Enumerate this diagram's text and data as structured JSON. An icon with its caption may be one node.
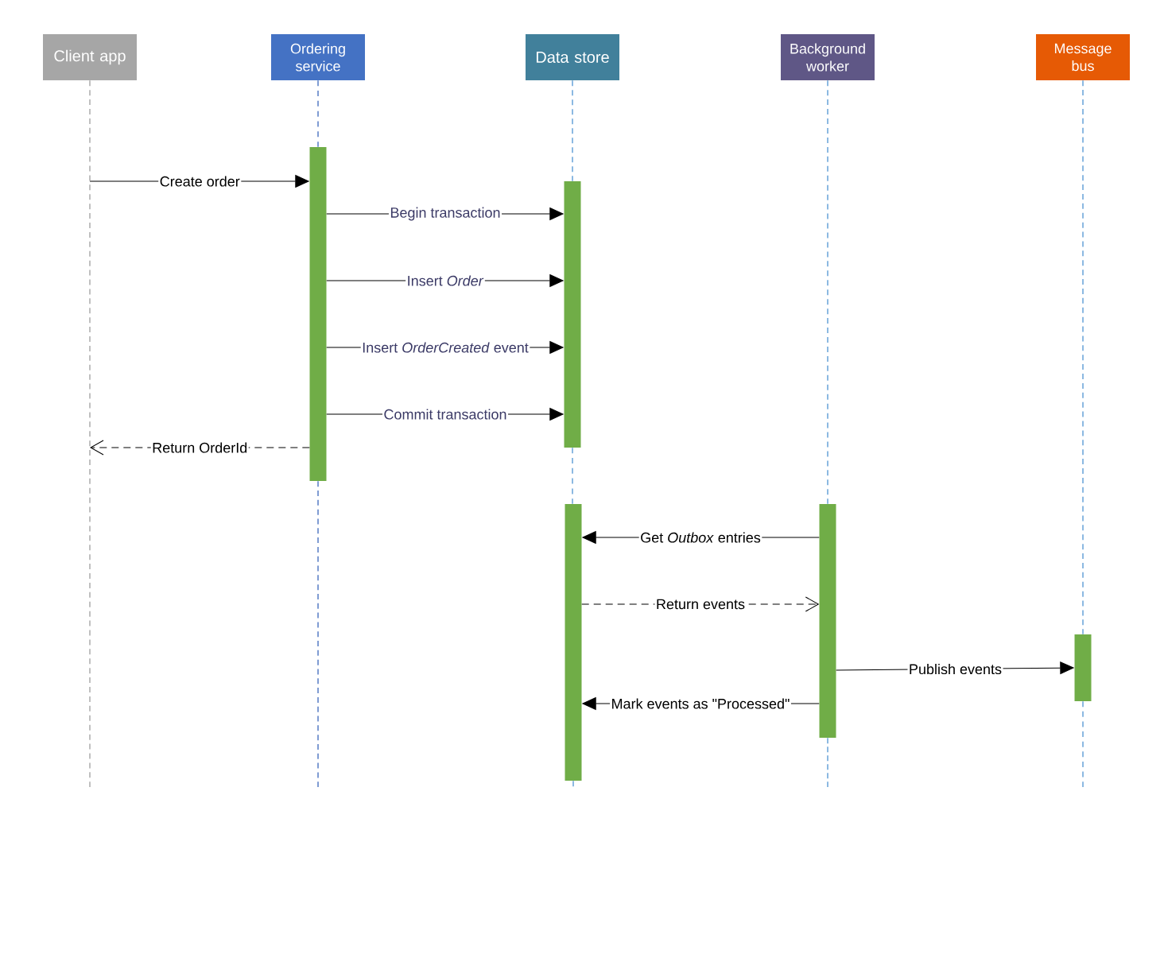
{
  "diagram": {
    "nodes": [
      {
        "text": [
          "Client app"
        ]
      },
      {
        "text": [
          "Ordering service"
        ]
      },
      {
        "text": [
          "Data store"
        ]
      },
      {
        "text": [
          "Background worker"
        ]
      },
      {
        "text": [
          "Message bus"
        ]
      },
      {
        "text": [],
        "shape": "bar"
      },
      {
        "text": [],
        "shape": "bar"
      },
      {
        "text": [],
        "shape": "bar"
      },
      {
        "text": [],
        "shape": "bar"
      },
      {
        "text": [],
        "shape": "bar"
      }
    ],
    "edges": [
      {
        "from": null,
        "to": 5,
        "arrow": "to",
        "label": "Create order"
      },
      {
        "from": 5,
        "to": 6,
        "arrow": "to",
        "label": "Begin transaction"
      },
      {
        "from": 5,
        "to": 6,
        "arrow": "to",
        "label": "Insert *Order*"
      },
      {
        "from": 5,
        "to": 6,
        "arrow": "to",
        "label": "Insert *OrderCreated* event"
      },
      {
        "from": 5,
        "to": 6,
        "arrow": "to",
        "label": "Commit transaction"
      },
      {
        "from": 5,
        "to": null,
        "arrow": "to",
        "label": "Return OrderId",
        "style": "dashed"
      },
      {
        "from": 8,
        "to": 7,
        "arrow": "to",
        "label": "Get *Outbox* entries"
      },
      {
        "from": 7,
        "to": 8,
        "arrow": "to",
        "label": "Return events",
        "style": "dashed"
      },
      {
        "from": 8,
        "to": 9,
        "arrow": "to",
        "label": "Publish events"
      },
      {
        "from": 8,
        "to": 7,
        "arrow": "to",
        "label": "Mark events as \"Processed\""
      },
      {
        "from": 0,
        "to": null,
        "arrow": "none",
        "style": "dashed",
        "color": "#a6a6a6"
      },
      {
        "from": 1,
        "to": 5,
        "arrow": "none",
        "style": "dashed",
        "color": "#4a72c0"
      },
      {
        "from": 5,
        "to": null,
        "arrow": "none",
        "style": "dashed",
        "color": "#4a72c0"
      },
      {
        "from": 2,
        "to": 6,
        "arrow": "none",
        "style": "dashed",
        "color": "#5b9bd5"
      },
      {
        "from": 6,
        "to": 7,
        "arrow": "none",
        "style": "dashed",
        "color": "#5b9bd5"
      },
      {
        "from": 7,
        "to": null,
        "arrow": "none",
        "style": "dashed",
        "color": "#5b9bd5"
      },
      {
        "from": 3,
        "to": 8,
        "arrow": "none",
        "style": "dashed",
        "color": "#5b9bd5"
      },
      {
        "from": 8,
        "to": null,
        "arrow": "none",
        "style": "dashed",
        "color": "#5b9bd5"
      },
      {
        "from": 4,
        "to": 9,
        "arrow": "none",
        "style": "dashed",
        "color": "#5b9bd5"
      },
      {
        "from": 9,
        "to": null,
        "arrow": "none",
        "style": "dashed",
        "color": "#5b9bd5"
      }
    ]
  }
}
